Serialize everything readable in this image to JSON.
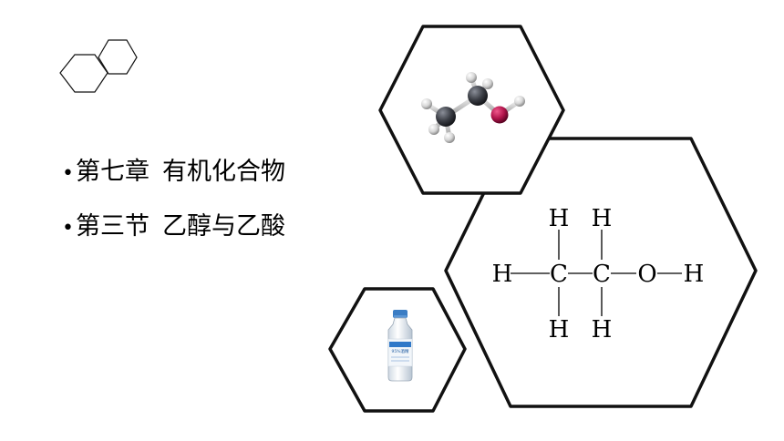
{
  "slide": {
    "bullets": [
      {
        "chapter": "第七章",
        "topic": "有机化合物"
      },
      {
        "chapter": "第三节",
        "topic": "乙醇与乙酸"
      }
    ],
    "bullet_symbol": "•"
  },
  "formula": {
    "row_top": [
      "H",
      "H"
    ],
    "row_mid": [
      "H",
      "C",
      "C",
      "O",
      "H"
    ],
    "row_bottom": [
      "H",
      "H"
    ]
  },
  "bottle": {
    "label_text": "95%酒精"
  },
  "colors": {
    "outline": "#111111",
    "carbon": "#3a3d44",
    "oxygen": "#b0134a",
    "hydrogen": "#e6e6e6",
    "bottle_cap": "#3b7dc4",
    "bottle_label": "#2f78c8"
  },
  "icons": {
    "decor": "double-hexagon-icon",
    "model": "ethanol-ball-stick-model",
    "bottle": "alcohol-bottle-icon"
  }
}
